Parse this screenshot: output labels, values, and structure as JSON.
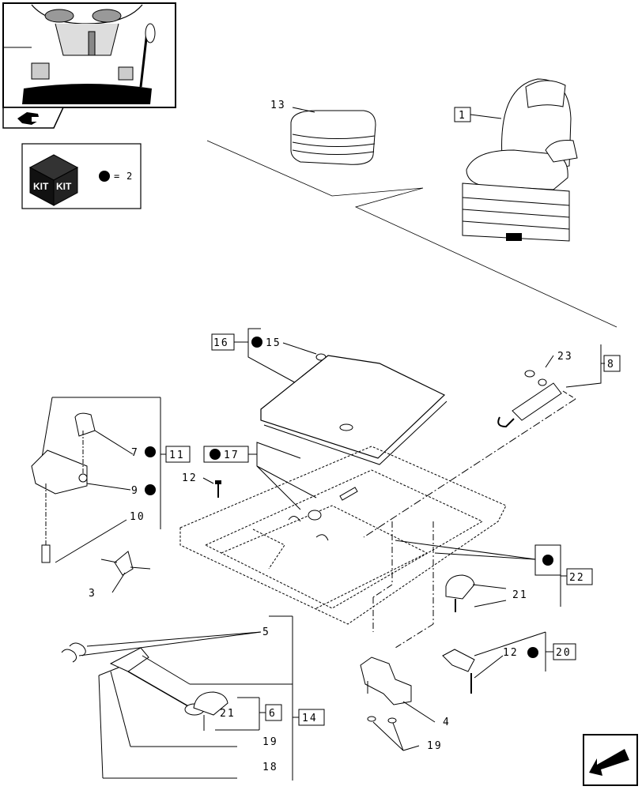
{
  "legend": {
    "kit_word_1": "KIT",
    "kit_word_2": "KIT",
    "kit_equation": "=",
    "kit_quantity": "2"
  },
  "parts": {
    "p1": "1",
    "p3": "3",
    "p4": "4",
    "p5": "5",
    "p6": "6",
    "p7": "7",
    "p8": "8",
    "p9": "9",
    "p10": "10",
    "p11": "11",
    "p12a": "12",
    "p12b": "12",
    "p13": "13",
    "p14": "14",
    "p15": "15",
    "p16": "16",
    "p17": "17",
    "p18": "18",
    "p19a": "19",
    "p19b": "19",
    "p20": "20",
    "p21a": "21",
    "p21b": "21",
    "p22": "22",
    "p23": "23"
  },
  "icons": {
    "thumbnail": "tractor-cab-pedals-thumbnail",
    "nav_prev": "prev-page-arrow-icon",
    "nav_next": "next-page-arrow-icon",
    "kit": "kit-box-icon",
    "bullet": "filled-circle-bullet"
  }
}
